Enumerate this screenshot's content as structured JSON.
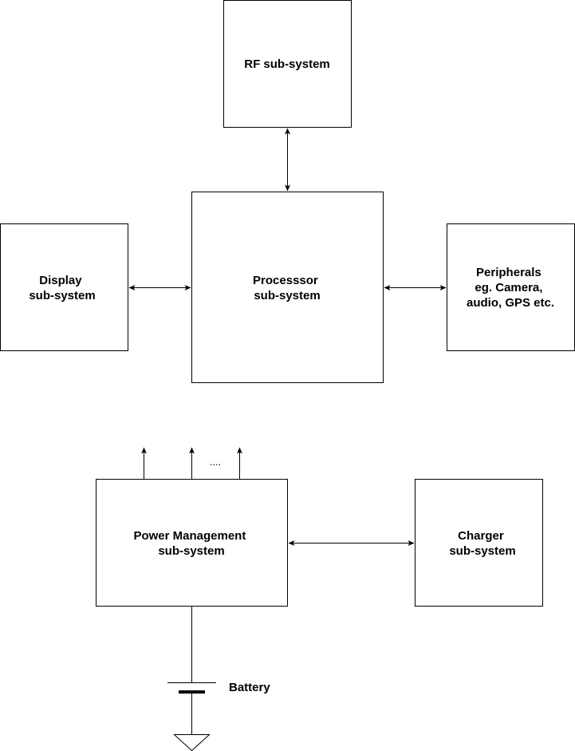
{
  "blocks": {
    "rf": {
      "lines": [
        "RF sub-system"
      ]
    },
    "processor": {
      "lines": [
        "Processsor",
        "sub-system"
      ]
    },
    "display": {
      "lines": [
        "Display",
        "sub-system"
      ]
    },
    "peripherals": {
      "lines": [
        "Peripherals",
        "eg. Camera,",
        "audio, GPS etc."
      ]
    },
    "power": {
      "lines": [
        "Power Management",
        "sub-system"
      ]
    },
    "charger": {
      "lines": [
        "Charger",
        "sub-system"
      ]
    }
  },
  "power_outputs_ellipsis": "....",
  "battery_label": "Battery",
  "colors": {
    "stroke": "#000000",
    "fill": "#ffffff",
    "text": "#000000"
  }
}
